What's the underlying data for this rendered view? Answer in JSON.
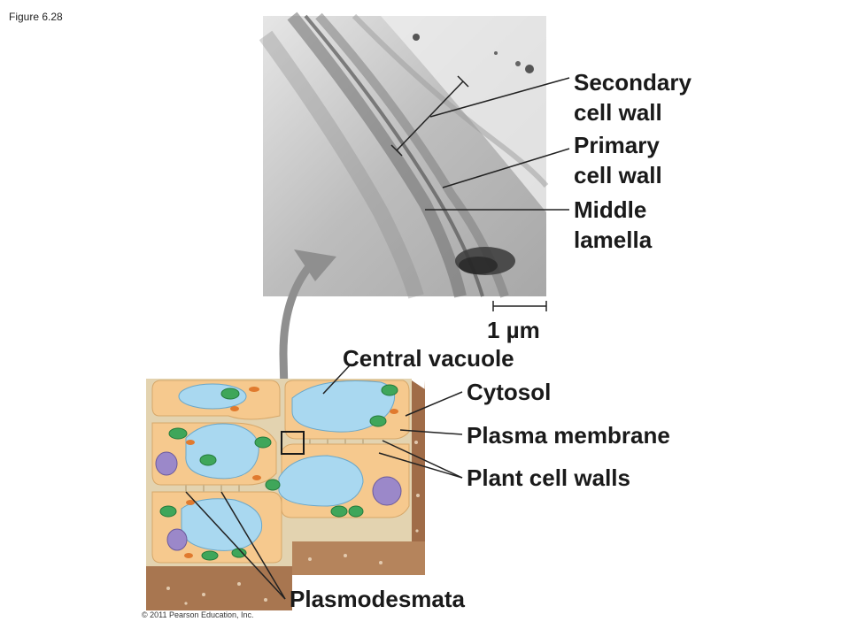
{
  "figure_label": "Figure 6.28",
  "micrograph_labels": {
    "secondary_wall": [
      "Secondary",
      "cell wall"
    ],
    "primary_wall": [
      "Primary",
      "cell wall"
    ],
    "middle_lamella": [
      "Middle",
      "lamella"
    ]
  },
  "scale_bar": "1 µm",
  "drawing_labels": {
    "central_vacuole": "Central vacuole",
    "cytosol": "Cytosol",
    "plasma_membrane": "Plasma membrane",
    "plant_cell_walls": "Plant cell walls",
    "plasmodesmata": "Plasmodesmata"
  },
  "copyright": "© 2011 Pearson Education, Inc.",
  "colors": {
    "cell_wall": "#e3d3b0",
    "cytoplasm": "#f6c98e",
    "vacuole": "#a9d8f0",
    "chloroplast": "#3fa65a",
    "nucleus": "#9b88c9",
    "wall_side": "#b07a55",
    "arrow": "#9a9a9a",
    "micrograph_bg": "#c8c8c8"
  }
}
